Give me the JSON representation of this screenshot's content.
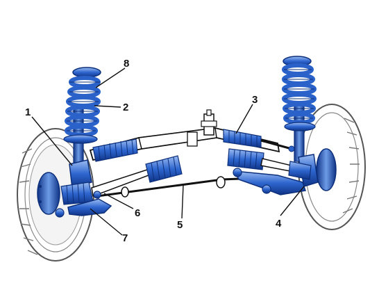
{
  "diagram": {
    "callouts": [
      {
        "id": "c1",
        "text": "1"
      },
      {
        "id": "c2",
        "text": "2"
      },
      {
        "id": "c3",
        "text": "3"
      },
      {
        "id": "c4",
        "text": "4"
      },
      {
        "id": "c5",
        "text": "5"
      },
      {
        "id": "c6",
        "text": "6"
      },
      {
        "id": "c7",
        "text": "7"
      },
      {
        "id": "c8",
        "text": "8"
      }
    ]
  },
  "colors": {
    "part_blue": "#2a62c9",
    "part_dark": "#0d2f7a",
    "part_light": "#8fb4ee",
    "line": "#111111",
    "wheel": "#9a9a9a"
  }
}
